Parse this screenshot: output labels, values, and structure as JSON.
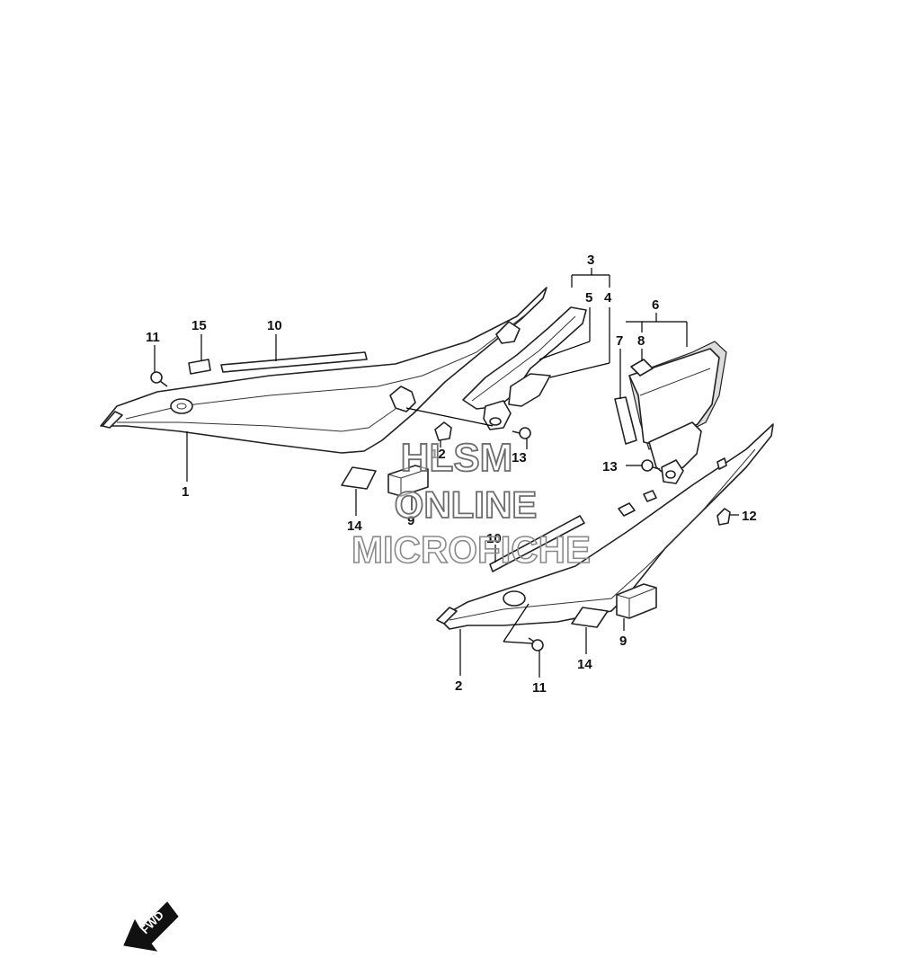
{
  "callouts": {
    "c1": "1",
    "c2": "2",
    "c3": "3",
    "c4": "4",
    "c5": "5",
    "c6": "6",
    "c7": "7",
    "c8": "8",
    "c9a": "9",
    "c9b": "9",
    "c10a": "10",
    "c10b": "10",
    "c11a": "11",
    "c11b": "11",
    "c12a": "12",
    "c12b": "12",
    "c13a": "13",
    "c13b": "13",
    "c14a": "14",
    "c14b": "14",
    "c15": "15"
  },
  "watermark": {
    "line1": "HLSM",
    "line2": "ONLINE",
    "line3": "MICROFICHE"
  },
  "direction_label": "FWD"
}
